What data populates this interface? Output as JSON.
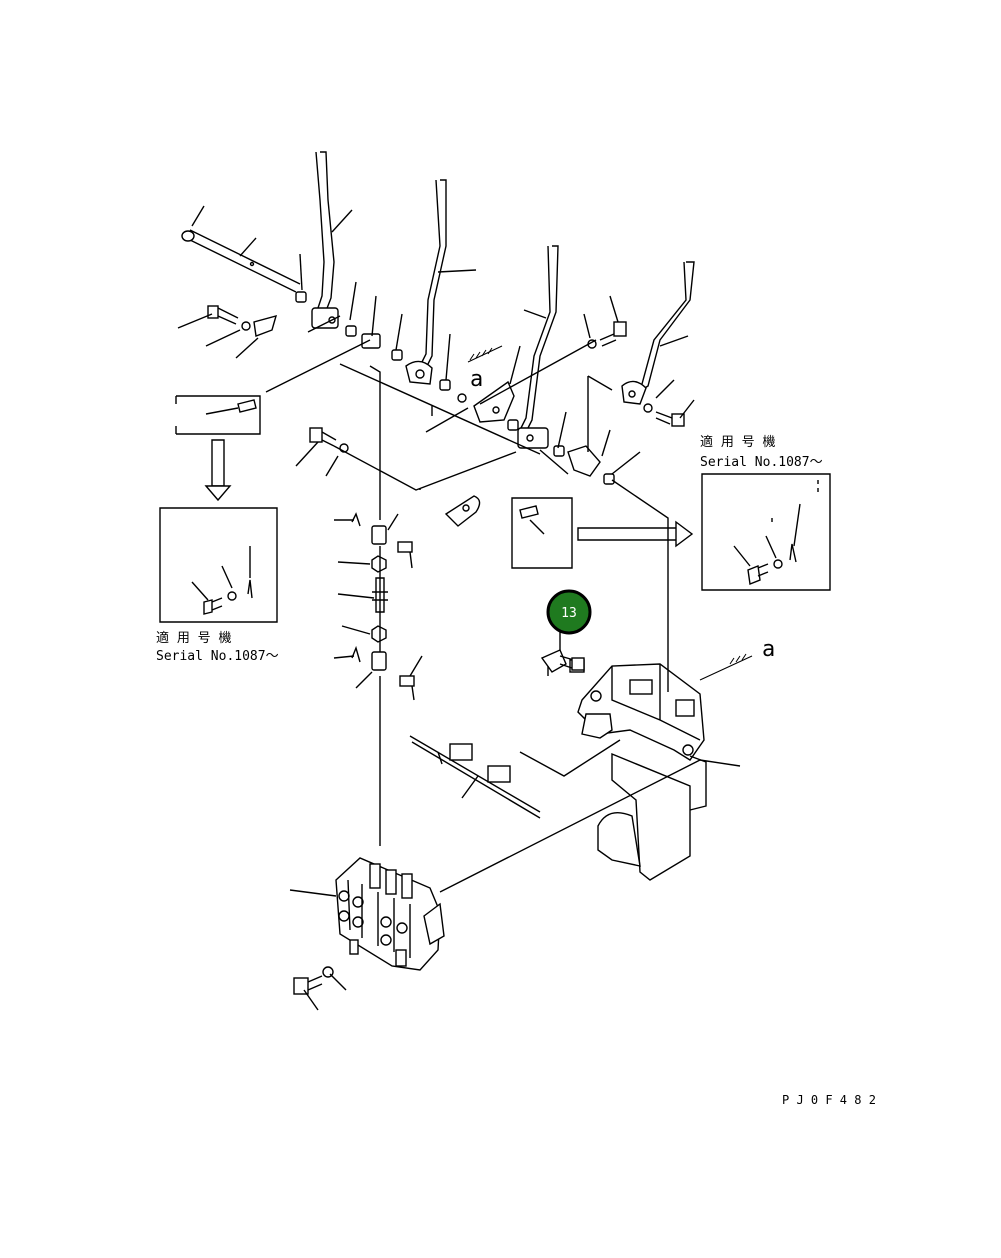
{
  "callout": {
    "number": "13",
    "fill": "#1f7a1f",
    "ring": "#000000",
    "text_color": "#ffffff"
  },
  "marker_a": "a",
  "note_left": {
    "jp": "適 用 号 機",
    "serial": "Serial No.1087～"
  },
  "note_right": {
    "jp": "適 用 号 機",
    "serial": "Serial No.1087～"
  },
  "drawing_code": "P J 0 F 4 8 2"
}
